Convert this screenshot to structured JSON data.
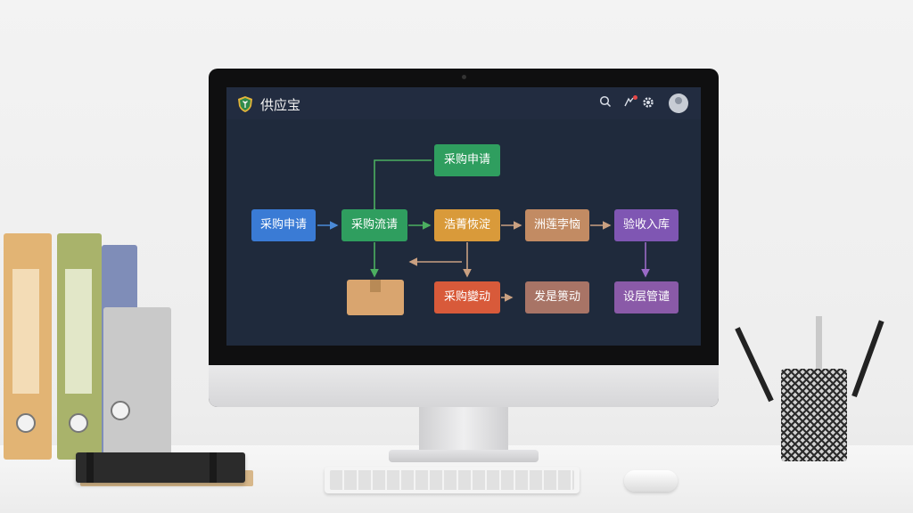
{
  "app": {
    "title": "供应宝"
  },
  "topbar_icons": [
    "search-icon",
    "notification-icon",
    "settings-icon",
    "user-avatar"
  ],
  "flow_nodes": [
    {
      "id": "n1",
      "label": "采购申请",
      "color": "#3a7bd5"
    },
    {
      "id": "n2",
      "label": "采购申请",
      "color": "#2f9e5f"
    },
    {
      "id": "n3",
      "label": "采购流请",
      "color": "#2f9e5f"
    },
    {
      "id": "n4",
      "label": "浩菁恢淀",
      "color": "#d99a3a"
    },
    {
      "id": "n5",
      "label": "洲莲孛恼",
      "color": "#c28b63"
    },
    {
      "id": "n6",
      "label": "验收入库",
      "color": "#7f56b3"
    },
    {
      "id": "n7",
      "label": "",
      "color": "#d9a56f"
    },
    {
      "id": "n8",
      "label": "采购變动",
      "color": "#d85a3a"
    },
    {
      "id": "n9",
      "label": "发是篑动",
      "color": "#a87466"
    },
    {
      "id": "n10",
      "label": "设层管谴",
      "color": "#8a5aa8"
    }
  ],
  "colors": {
    "screen_bg": "#1f2a3c",
    "topbar_bg": "#222c40",
    "connector_green": "#4caf60",
    "connector_tan": "#c9a081",
    "connector_purple": "#9a6ac7",
    "connector_blue": "#4a8ad8"
  }
}
